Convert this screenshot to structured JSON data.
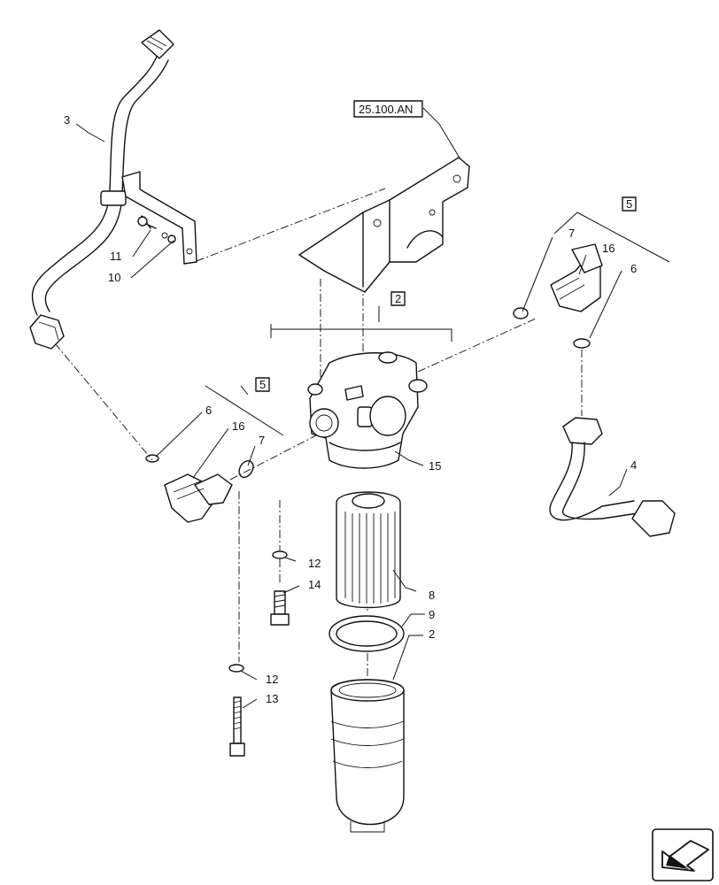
{
  "reference_label": "25.100.AN",
  "boxed_callouts": {
    "a": "2",
    "b": "5",
    "c": "5"
  },
  "callouts": {
    "c3": "3",
    "c11": "11",
    "c10": "10",
    "c7a": "7",
    "c16a": "16",
    "c6a": "6",
    "c6b": "6",
    "c16b": "16",
    "c7b": "7",
    "c15": "15",
    "c12a": "12",
    "c14": "14",
    "c8": "8",
    "c9": "9",
    "c2": "2",
    "c12b": "12",
    "c13": "13",
    "c4": "4"
  }
}
